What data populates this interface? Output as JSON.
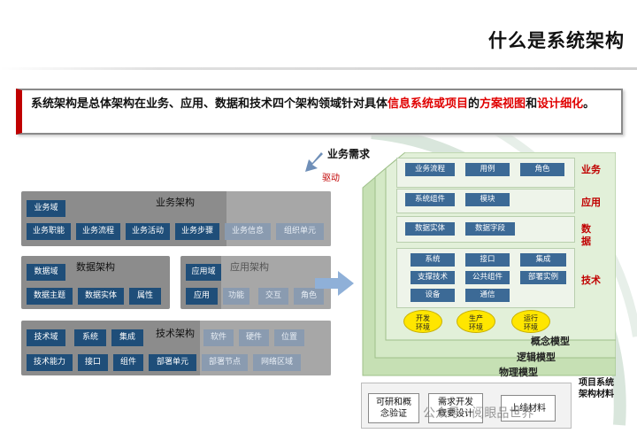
{
  "title": "什么是系统架构",
  "definition": {
    "part1": "系统架构是总体架构在业务、应用、数据和技术四个架构领域针对具体",
    "hl1": "信息系统或项目",
    "part2": "的",
    "hl2": "方案视图",
    "part3": "和",
    "hl3": "设计细化",
    "part4": "。"
  },
  "business_need": {
    "label": "业务需求",
    "driver": "驱动"
  },
  "business_arch": {
    "title": "业务架构",
    "domain": "业务域",
    "items": [
      "业务职能",
      "业务流程",
      "业务活动",
      "业务步骤",
      "业务信息",
      "组织单元"
    ]
  },
  "data_arch": {
    "title": "数据架构",
    "domain": "数据域",
    "items": [
      "数据主题",
      "数据实体",
      "属性"
    ]
  },
  "app_arch": {
    "title": "应用架构",
    "domain": "应用域",
    "items": [
      "应用",
      "功能",
      "交互",
      "角色"
    ]
  },
  "tech_arch": {
    "title": "技术架构",
    "domain": "技术域",
    "row1": [
      "系统",
      "集成",
      "软件",
      "硬件",
      "位置"
    ],
    "row2": [
      "技术能力",
      "接口",
      "组件",
      "部署单元",
      "部署节点",
      "网络区域"
    ]
  },
  "models": {
    "concept": "概念模型",
    "logical": "逻辑模型",
    "physical": "物理模型",
    "sections": {
      "business": {
        "label": "业务",
        "items": [
          "业务流程",
          "用例",
          "角色"
        ]
      },
      "application": {
        "label": "应用",
        "items": [
          "系统组件",
          "模块"
        ]
      },
      "data": {
        "label": "数据",
        "items": [
          "数据实体",
          "数据字段"
        ]
      },
      "tech": {
        "label": "技术",
        "row1": [
          "系统",
          "接口",
          "集成"
        ],
        "row2": [
          "支撑技术",
          "公共组件",
          "部署实例"
        ],
        "row3": [
          "设备",
          "通信"
        ]
      }
    },
    "envs": [
      "开发\n环境",
      "生产\n环境",
      "运行\n环境"
    ]
  },
  "materials": {
    "label": "项目系统\n架构材料",
    "docs": [
      "可研和概\n念验证",
      "需求开发\n概要设计",
      "上线材料"
    ]
  },
  "watermark": "公众号 · 阅眼品世界",
  "colors": {
    "accent_red": "#c00000",
    "chip_blue": "#1f4e79",
    "model_green": "#c6e0b4"
  }
}
